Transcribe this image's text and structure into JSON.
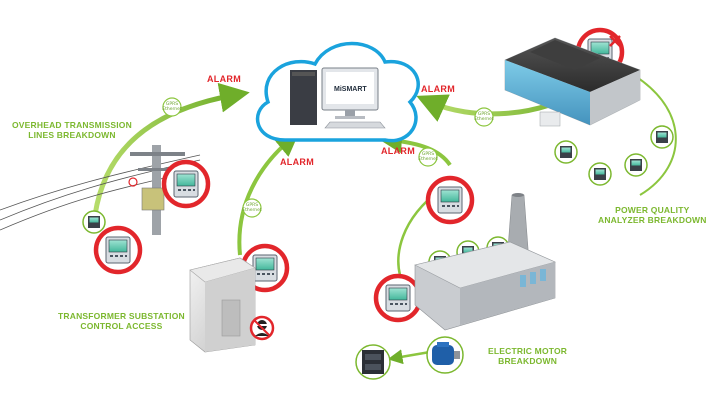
{
  "brand": {
    "logo_text": "MiSMART"
  },
  "alarms": {
    "top_left": "ALARM",
    "top_right": "ALARM",
    "middle_left": "ALARM",
    "middle_right": "ALARM"
  },
  "comm": {
    "line1": "GPRS",
    "line2": "Ethernet"
  },
  "labels": {
    "transmission": [
      "OVERHEAD TRANSMISSION",
      "LINES BREAKDOWN"
    ],
    "transformer": [
      "TRANSFORMER SUBSTATION",
      "CONTROL ACCESS"
    ],
    "motor": [
      "ELECTRIC MOTOR",
      "BREAKDOWN"
    ],
    "power_quality": [
      "POWER QUALITY",
      "ANALYZER BREAKDOWN"
    ]
  },
  "colors": {
    "alarm_red": "#e2262b",
    "accent_green": "#7cb82f",
    "cloud_blue": "#1aa3dd"
  },
  "icons": [
    "cloud-icon",
    "computer-icon",
    "meter-icon",
    "power-pole-icon",
    "transformer-box-icon",
    "thief-icon",
    "factory-icon",
    "office-building-icon",
    "electric-motor-icon",
    "contactor-icon"
  ]
}
